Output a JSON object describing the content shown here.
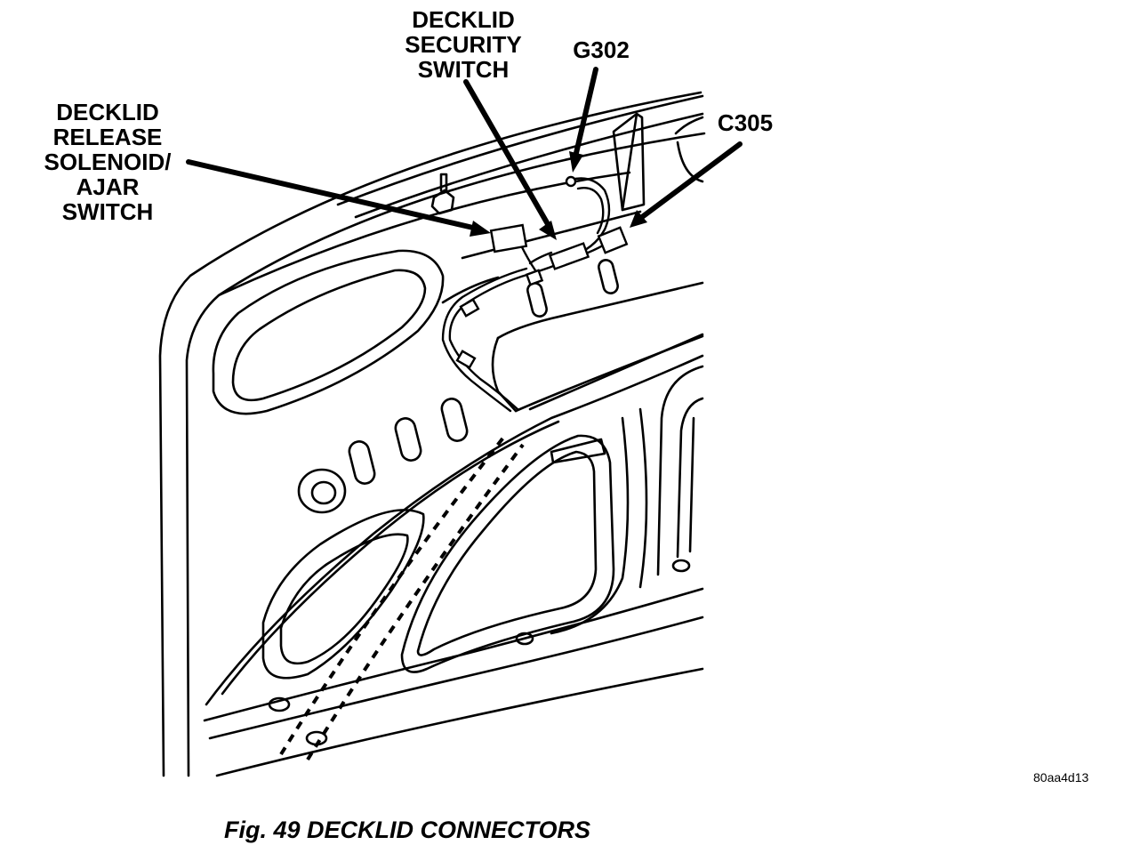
{
  "callouts": {
    "security_switch": [
      "DECKLID",
      "SECURITY",
      "SWITCH"
    ],
    "g302": "G302",
    "c305": "C305",
    "release_solenoid": [
      "DECKLID",
      "RELEASE",
      "SOLENOID/",
      "AJAR",
      "SWITCH"
    ]
  },
  "image_ref": "80aa4d13",
  "caption": "Fig. 49 DECKLID CONNECTORS"
}
